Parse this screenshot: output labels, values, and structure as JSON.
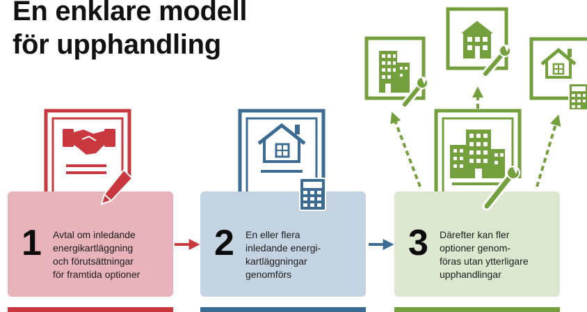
{
  "title": {
    "line1": "En enklare modell",
    "line2": "för upphandling"
  },
  "colors": {
    "red": "#c8383e",
    "red_fill": "#e8b3bb",
    "blue": "#3b6a93",
    "blue_fill": "#c4d3e1",
    "green": "#73a03c",
    "green_fill": "#dce7cf"
  },
  "steps": [
    {
      "number": "1",
      "lines": [
        "Avtal om inledande",
        "energikartläggning",
        "och förutsättningar",
        "för framtida optioner"
      ]
    },
    {
      "number": "2",
      "lines": [
        "En eller flera",
        "inledande energi-",
        "kartläggningar",
        "genomförs"
      ]
    },
    {
      "number": "3",
      "lines": [
        "Därefter kan fler",
        "optioner genom-",
        "föras utan ytterligare",
        "upphandlingar"
      ]
    }
  ],
  "icons": [
    "handshake-icon",
    "pen-icon",
    "house-icon",
    "calculator-icon",
    "office-building-icon",
    "wrench-icon",
    "arrow-right-icon",
    "arrow-up-icon"
  ]
}
